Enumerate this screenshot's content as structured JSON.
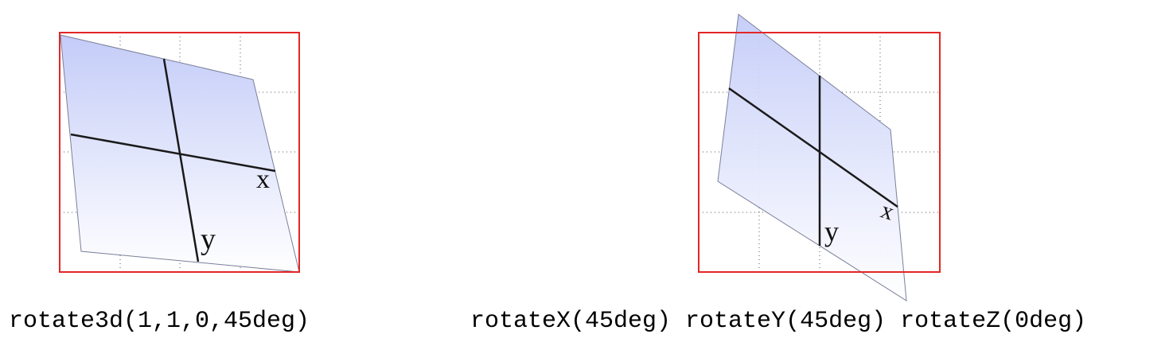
{
  "panels": [
    {
      "caption": "rotate3d(1,1,0,45deg)",
      "x_axis_label": "x",
      "y_axis_label": "y"
    },
    {
      "caption": "rotateX(45deg) rotateY(45deg) rotateZ(0deg)",
      "x_axis_label": "x",
      "y_axis_label": "y"
    }
  ],
  "colors": {
    "frame_border": "#e32626",
    "grid_dots": "#555555",
    "plane_gradient_top": "#c4ccf8",
    "plane_gradient_bottom": "#ffffff",
    "plane_edge": "#7a7f99",
    "axis_line": "#1a1a1a"
  }
}
